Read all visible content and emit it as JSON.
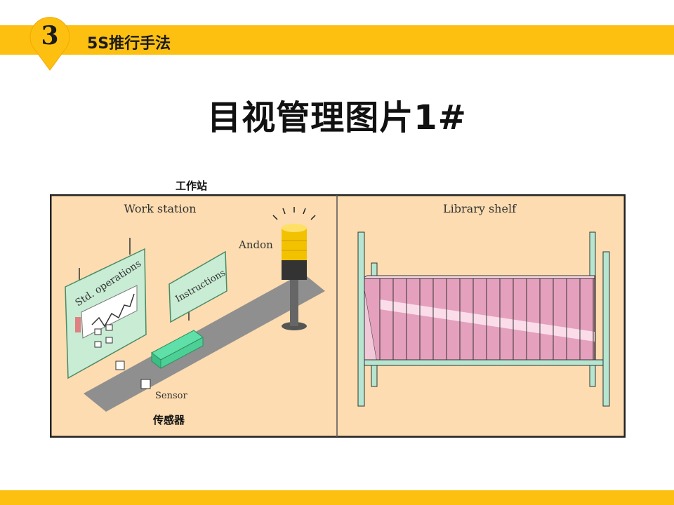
{
  "header": {
    "section_number": "3",
    "section_title": "5S推行手法"
  },
  "slide": {
    "title": "目视管理图片1#"
  },
  "labels": {
    "work_station_cn": "工作站",
    "sensor_cn": "传感器"
  },
  "figure": {
    "left_panel": {
      "caption": "Work station",
      "andon": "Andon",
      "std_operations": "Std. operations",
      "instructions": "Instructions",
      "sensor": "Sensor"
    },
    "right_panel": {
      "caption": "Library shelf"
    }
  },
  "colors": {
    "accent": "#fdc010",
    "panel_bg": "#fcdcb0",
    "frame": "#222222",
    "conveyor": "#8f8f8f",
    "board_green": "#c8ecd4",
    "book_pink": "#e5a0bd",
    "andon_yellow": "#f2c200"
  },
  "icons": [
    "location-pin-icon",
    "andon-light-icon",
    "sensor-icon"
  ]
}
